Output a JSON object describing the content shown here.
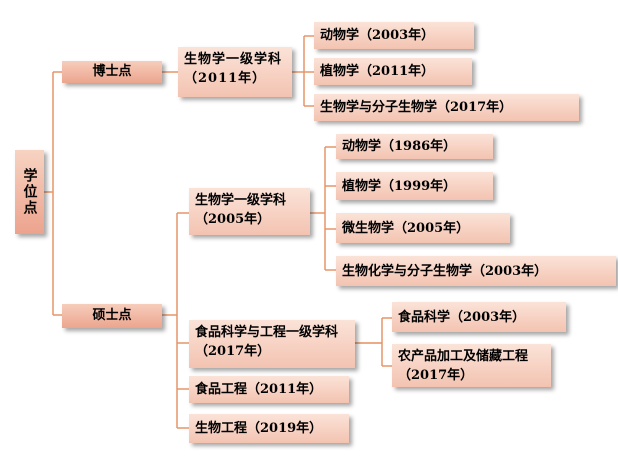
{
  "root": {
    "label": "学位点"
  },
  "branches": {
    "doctoral": {
      "label": "博士点",
      "discipline": {
        "label": "生物学一级学科（2011年）",
        "children": [
          "动物学（2003年）",
          "植物学（2011年）",
          "生物学与分子生物学（2017年）"
        ]
      }
    },
    "masters": {
      "label": "硕士点",
      "biology": {
        "label": "生物学一级学科（2005年）",
        "children": [
          "动物学（1986年）",
          "植物学（1999年）",
          "微生物学（2005年）",
          "生物化学与分子生物学（2003年）"
        ]
      },
      "food_science": {
        "label": "食品科学与工程一级学科（2017年）",
        "children": [
          "食品科学（2003年）",
          "农产品加工及储藏工程（2017年）"
        ]
      },
      "food_engineering": {
        "label": "食品工程（2011年）"
      },
      "bio_engineering": {
        "label": "生物工程（2019年）"
      }
    }
  },
  "colors": {
    "connector": "#e58f5f",
    "node_fill": "#f5c4b3",
    "shadow": "#8a8a8a"
  }
}
